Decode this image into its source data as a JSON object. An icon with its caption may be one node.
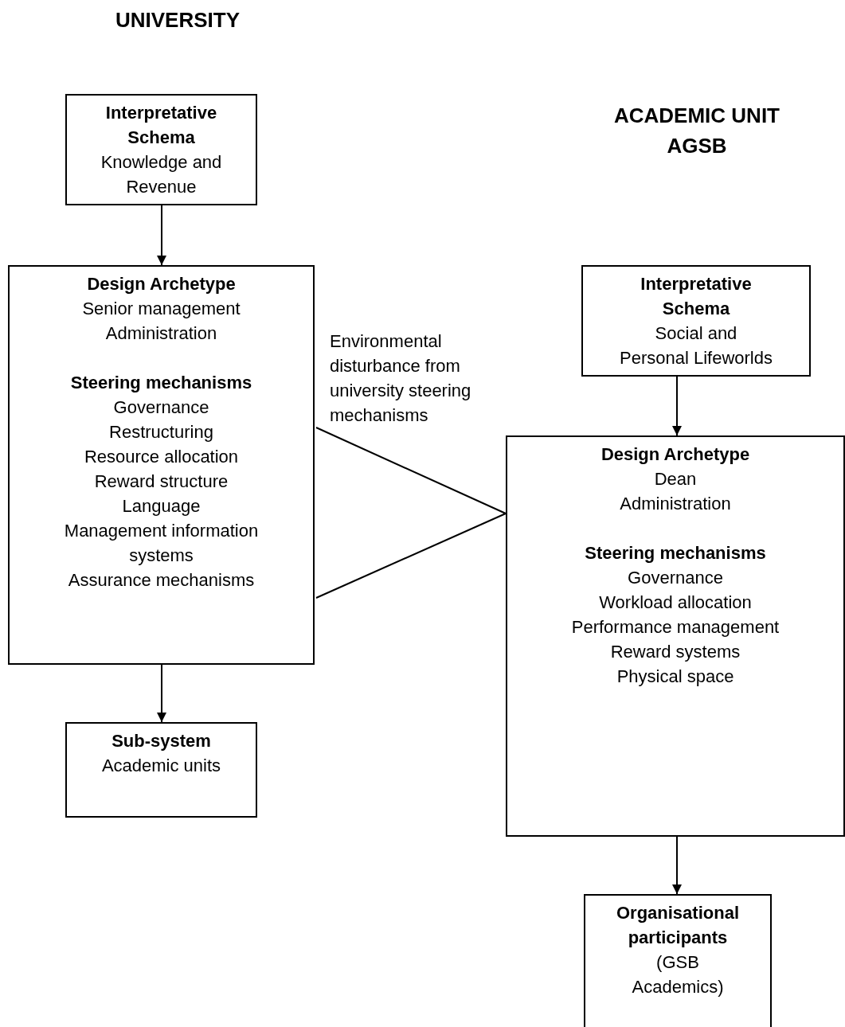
{
  "diagram": {
    "nodes": [
      {
        "text": [
          "Interpretative Schema",
          "Knowledge and Revenue"
        ]
      },
      {
        "text": [
          "Design Archetype",
          "Senior management Administration",
          "Steering mechanisms",
          "Governance Restructuring Resource allocation Reward structure Language Management information systems Assurance mechanisms"
        ]
      },
      {
        "text": [
          "Sub-system",
          "Academic units"
        ]
      },
      {
        "text": [
          "Interpretative Schema",
          "Social and Personal Lifeworlds"
        ]
      },
      {
        "text": [
          "Design Archetype",
          "Dean Administration",
          "Steering mechanisms",
          "Governance Workload allocation Performance management Reward systems Physical space"
        ]
      },
      {
        "text": [
          "Organisational participants",
          "(GSB Academics)"
        ]
      }
    ],
    "edges": [
      {
        "from": 0,
        "to": 1,
        "arrow": "to"
      },
      {
        "from": 1,
        "to": 2,
        "arrow": "to"
      },
      {
        "from": 3,
        "to": 4,
        "arrow": "to"
      },
      {
        "from": 4,
        "to": 5,
        "arrow": "to"
      },
      {
        "from": 1,
        "to": 4,
        "arrow": "none",
        "label": "Environmental disturbance from university steering mechanisms"
      }
    ],
    "labels": [
      "UNIVERSITY",
      "ACADEMIC UNIT AGSB"
    ]
  }
}
